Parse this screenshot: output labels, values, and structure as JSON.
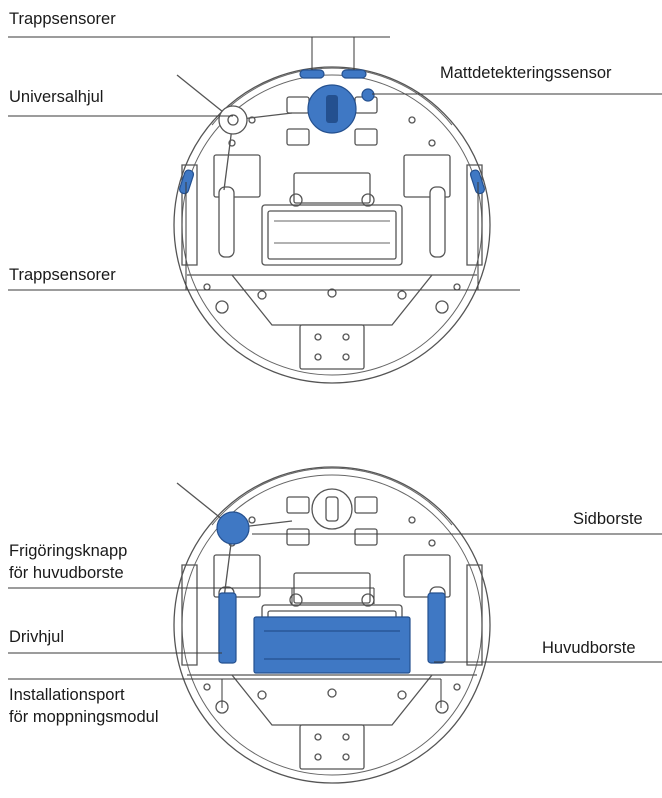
{
  "top_diagram": {
    "labels": {
      "stair_sensors_top": "Trappsensorer",
      "universal_wheel": "Universalhjul",
      "carpet_sensor": "Mattdetekteringssensor",
      "stair_sensors_bottom": "Trappsensorer"
    }
  },
  "bottom_diagram": {
    "labels": {
      "side_brush": "Sidborste",
      "brush_release_line1": "Frigöringsknapp",
      "brush_release_line2": "för huvudborste",
      "drive_wheel": "Drivhjul",
      "main_brush": "Huvudborste",
      "mop_port_line1": "Installationsport",
      "mop_port_line2": "för moppningsmodul"
    }
  },
  "colors": {
    "highlight": "#3f78c4",
    "outline": "#555555",
    "text": "#1a1a1a"
  }
}
